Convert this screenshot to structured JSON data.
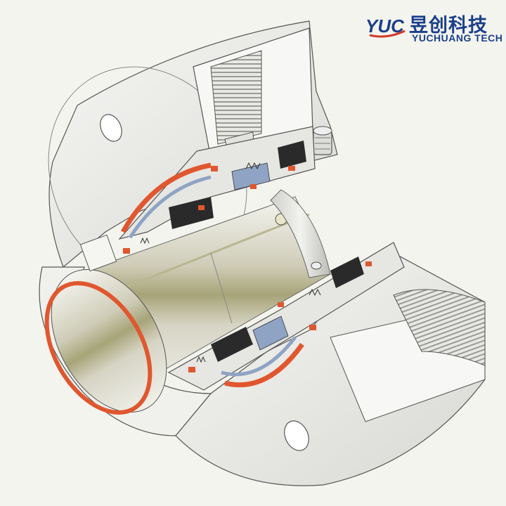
{
  "brand": {
    "name_cn": "昱创科技",
    "name_en": "YUCHUANG TECH",
    "mark_letters": "YUC",
    "mark_icon": "yuc-logo-icon",
    "color_primary": "#1a3f8c",
    "color_accent": "#d13a2a"
  },
  "illustration": {
    "subject_icon": "mechanical-seal-cutaway-icon",
    "colors": {
      "housing": "#eeeeec",
      "housing_shade": "#c9cac6",
      "shaft_sleeve": "#b9b79a",
      "o_ring": "#e0572f",
      "seal_face": "#2a2a2a",
      "seal_face_highlight": "#8fa4c4"
    }
  }
}
